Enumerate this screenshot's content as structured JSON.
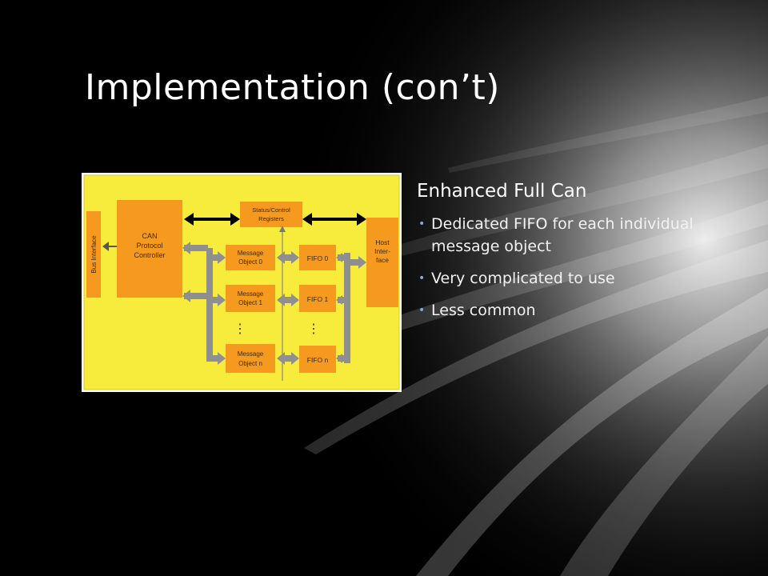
{
  "slide": {
    "title": "Implementation (con’t)",
    "heading": "Enhanced Full Can",
    "bullets": [
      "Dedicated FIFO for each individual message object",
      "Very complicated to use",
      "Less common"
    ]
  },
  "diagram": {
    "bus_interface": "Bus Interface",
    "controller": [
      "CAN",
      "Protocol",
      "Controller"
    ],
    "registers": [
      "Status/Control",
      "Registers"
    ],
    "host": [
      "Host",
      "Inter-",
      "face"
    ],
    "message_objects": [
      [
        "Message",
        "Object 0"
      ],
      [
        "Message",
        "Object 1"
      ],
      [
        "Message",
        "Object n"
      ]
    ],
    "fifos": [
      "FIFO 0",
      "FIFO 1",
      "FIFO n"
    ],
    "ellipsis": "⋮",
    "colors": {
      "background": "#f7ec3c",
      "block": "#f59a1e",
      "arrow": "#8f8f8f",
      "bus": "#000000"
    }
  }
}
